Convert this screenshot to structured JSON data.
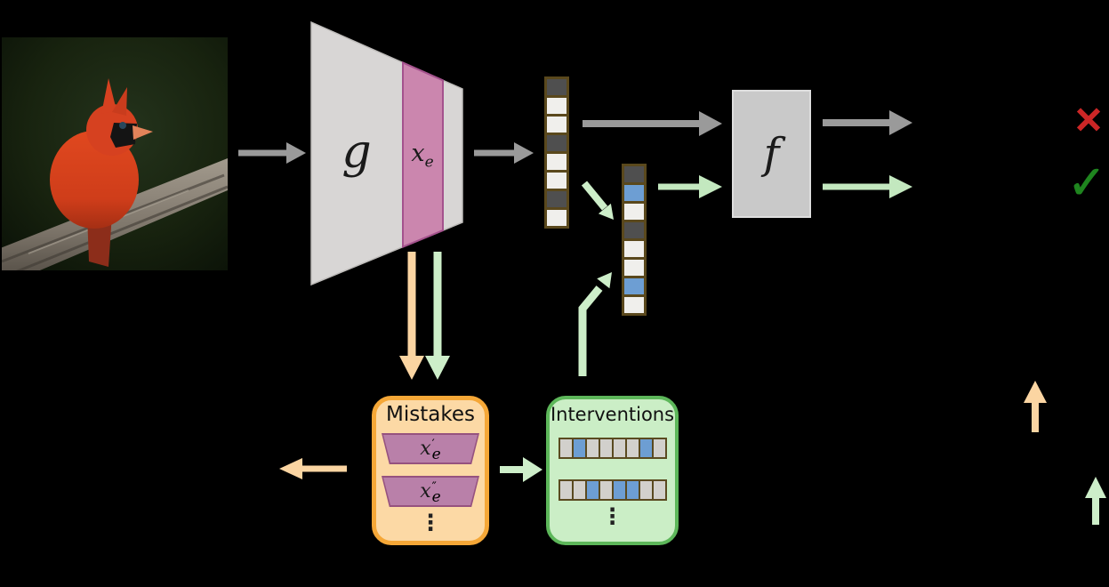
{
  "figure": {
    "input_image": "cardinal-on-branch-photo",
    "nodes": {
      "encoder_label": "g",
      "bottleneck_base": "x",
      "bottleneck_sub": "e",
      "classifier_label": "f"
    },
    "vector_original": {
      "cells": [
        "dark",
        "light",
        "light",
        "dark",
        "light",
        "light",
        "dark",
        "light"
      ]
    },
    "vector_intervened": {
      "cells": [
        "dark",
        "blue",
        "light",
        "dark",
        "light",
        "light",
        "blue",
        "light"
      ]
    },
    "mistakes": {
      "title": "Mistakes",
      "items": [
        {
          "base": "x",
          "mark": "′",
          "sub": "e"
        },
        {
          "base": "x",
          "mark": "″",
          "sub": "e"
        }
      ],
      "ellipsis": "⋮"
    },
    "interventions": {
      "title": "Interventions",
      "rows": [
        [
          "gray",
          "blue",
          "gray",
          "gray",
          "gray",
          "gray",
          "blue",
          "gray"
        ],
        [
          "gray",
          "gray",
          "blue",
          "gray",
          "blue",
          "blue",
          "gray",
          "gray"
        ]
      ],
      "ellipsis": "⋮"
    },
    "outputs": {
      "wrong_mark": "✕",
      "correct_mark": "✓"
    },
    "colors": {
      "background": "#000000",
      "gray_arrow": "#9a9a9a",
      "green_arrow": "#c3e8bf",
      "orange_arrow": "#fbd5a2",
      "encoder_fill": "#d8d6d5",
      "band_fill": "#cb86ae",
      "band_border": "#a4528d",
      "classifier_fill": "#c9c9c9",
      "cell_dark": "#4f4f4f",
      "cell_light": "#f0efec",
      "cell_blue": "#6d9ed3",
      "cell_border": "#5a481c",
      "mistakes_fill": "#fcd9a5",
      "mistakes_border": "#f5a737",
      "item_fill": "#b980a9",
      "item_border": "#96527f",
      "interventions_fill": "#cbeec6",
      "interventions_border": "#5db75a",
      "intervention_cell_gray": "#d2d0cc",
      "wrong_mark_color": "#cb2626",
      "correct_mark_color": "#1f851f"
    }
  }
}
